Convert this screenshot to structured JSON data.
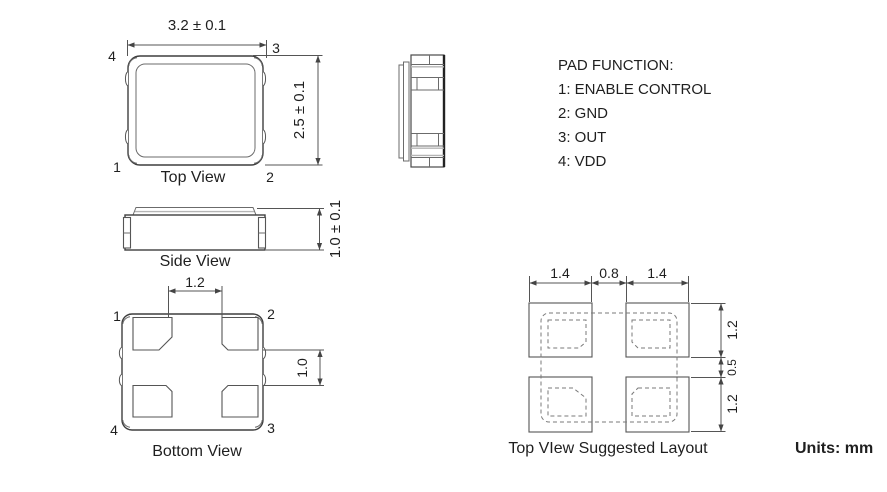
{
  "drawing": {
    "units_note": "Units: mm",
    "pad_function": {
      "title": "PAD FUNCTION:",
      "items": [
        "1: ENABLE CONTROL",
        "2: GND",
        "3: OUT",
        "4: VDD"
      ]
    },
    "top_view": {
      "label": "Top View",
      "width_dim": "3.2 ± 0.1",
      "height_dim": "2.5 ± 0.1",
      "pin_tl": "4",
      "pin_tr": "3",
      "pin_bl": "1",
      "pin_br": "2"
    },
    "side_view": {
      "label": "Side View",
      "height_dim": "1.0 ± 0.1"
    },
    "bottom_view": {
      "label": "Bottom View",
      "gap_x_dim": "1.2",
      "gap_y_dim": "1.0",
      "pin_tl": "1",
      "pin_tr": "2",
      "pin_bl": "4",
      "pin_br": "3"
    },
    "layout_view": {
      "label": "Top VIew Suggested Layout",
      "pad_w_left": "1.4",
      "gap_x": "0.8",
      "pad_w_right": "1.4",
      "pad_h_top": "1.2",
      "gap_y": "0.5",
      "pad_h_bottom": "1.2"
    },
    "colors": {
      "line": "#3f3f3f",
      "units_text": "#2f4050"
    }
  }
}
